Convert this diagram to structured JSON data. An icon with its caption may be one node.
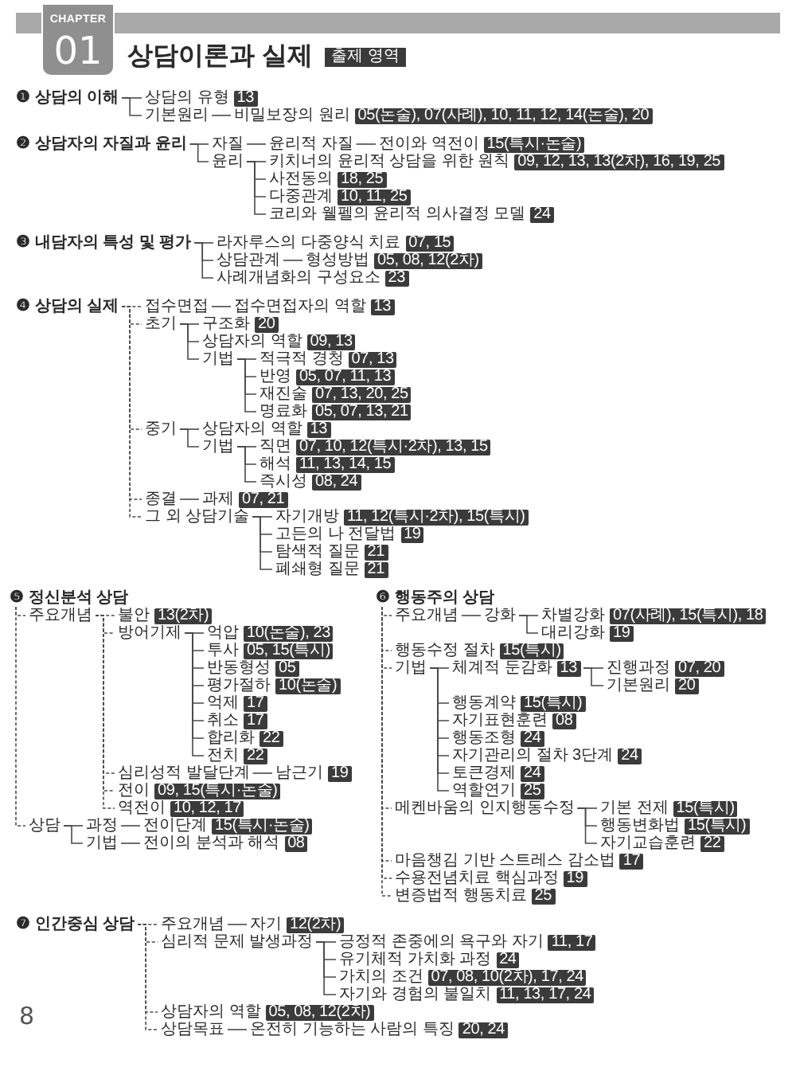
{
  "diagram": {
    "title": "상담이론과 실제",
    "nodes": [
      {
        "text": [
          "❶ 상담의 이해"
        ]
      },
      {
        "text": [
          "상담의 유형",
          "13"
        ]
      },
      {
        "text": [
          "기본원리"
        ]
      },
      {
        "text": [
          "비밀보장의 원리",
          "05(논술), 07(사례), 10, 11, 12, 14(논술), 20"
        ]
      },
      {
        "text": [
          "❷ 상담자의 자질과 윤리"
        ]
      },
      {
        "text": [
          "자질"
        ]
      },
      {
        "text": [
          "윤리적 자질"
        ]
      },
      {
        "text": [
          "전이와 역전이",
          "15(특시·논술)"
        ]
      },
      {
        "text": [
          "윤리"
        ]
      },
      {
        "text": [
          "키치너의 윤리적 상담을 위한 원칙",
          "09, 12, 13, 13(2차), 16, 19, 25"
        ]
      },
      {
        "text": [
          "사전동의",
          "18, 25"
        ]
      },
      {
        "text": [
          "다중관계",
          "10, 11, 25"
        ]
      },
      {
        "text": [
          "코리와 웰펠의 윤리적 의사결정 모델",
          "24"
        ]
      },
      {
        "text": [
          "❸ 내담자의 특성 및 평가"
        ]
      },
      {
        "text": [
          "라자루스의 다중양식 치료",
          "07, 15"
        ]
      },
      {
        "text": [
          "상담관계"
        ]
      },
      {
        "text": [
          "형성방법",
          "05, 08, 12(2차)"
        ]
      },
      {
        "text": [
          "사례개념화의 구성요소",
          "23"
        ]
      },
      {
        "text": [
          "❹ 상담의 실제"
        ]
      },
      {
        "text": [
          "접수면접"
        ]
      },
      {
        "text": [
          "접수면접자의 역할",
          "13"
        ]
      },
      {
        "text": [
          "초기"
        ]
      },
      {
        "text": [
          "구조화",
          "20"
        ]
      },
      {
        "text": [
          "상담자의 역할",
          "09, 13"
        ]
      },
      {
        "text": [
          "기법"
        ]
      },
      {
        "text": [
          "적극적 경청",
          "07, 13"
        ]
      },
      {
        "text": [
          "반영",
          "05, 07, 11, 13"
        ]
      },
      {
        "text": [
          "재진술",
          "07, 13, 20, 25"
        ]
      },
      {
        "text": [
          "명료화",
          "05, 07, 13, 21"
        ]
      },
      {
        "text": [
          "중기"
        ]
      },
      {
        "text": [
          "상담자의 역할",
          "13"
        ]
      },
      {
        "text": [
          "기법"
        ]
      },
      {
        "text": [
          "직면",
          "07, 10, 12(특시·2차), 13, 15"
        ]
      },
      {
        "text": [
          "해석",
          "11, 13, 14, 15"
        ]
      },
      {
        "text": [
          "즉시성",
          "08, 24"
        ]
      },
      {
        "text": [
          "종결"
        ]
      },
      {
        "text": [
          "과제",
          "07, 21"
        ]
      },
      {
        "text": [
          "그 외 상담기술"
        ]
      },
      {
        "text": [
          "자기개방",
          "11, 12(특시·2차), 15(특시)"
        ]
      },
      {
        "text": [
          "고든의 나 전달법",
          "19"
        ]
      },
      {
        "text": [
          "탐색적 질문",
          "21"
        ]
      },
      {
        "text": [
          "폐쇄형 질문",
          "21"
        ]
      },
      {
        "text": [
          "❺ 정신분석 상담"
        ]
      },
      {
        "text": [
          "주요개념"
        ]
      },
      {
        "text": [
          "불안",
          "13(2차)"
        ]
      },
      {
        "text": [
          "방어기제"
        ]
      },
      {
        "text": [
          "억압",
          "10(논술), 23"
        ]
      },
      {
        "text": [
          "투사",
          "05, 15(특시)"
        ]
      },
      {
        "text": [
          "반동형성",
          "05"
        ]
      },
      {
        "text": [
          "평가절하",
          "10(논술)"
        ]
      },
      {
        "text": [
          "억제",
          "17"
        ]
      },
      {
        "text": [
          "취소",
          "17"
        ]
      },
      {
        "text": [
          "합리화",
          "22"
        ]
      },
      {
        "text": [
          "전치",
          "22"
        ]
      },
      {
        "text": [
          "심리성적 발달단계"
        ]
      },
      {
        "text": [
          "남근기",
          "19"
        ]
      },
      {
        "text": [
          "전이",
          "09, 15(특시·논술)"
        ]
      },
      {
        "text": [
          "역전이",
          "10, 12, 17"
        ]
      },
      {
        "text": [
          "상담"
        ]
      },
      {
        "text": [
          "과정"
        ]
      },
      {
        "text": [
          "전이단계",
          "15(특시·논술)"
        ]
      },
      {
        "text": [
          "기법"
        ]
      },
      {
        "text": [
          "전이의 분석과 해석",
          "08"
        ]
      },
      {
        "text": [
          "❻ 행동주의 상담"
        ]
      },
      {
        "text": [
          "주요개념"
        ]
      },
      {
        "text": [
          "강화"
        ]
      },
      {
        "text": [
          "차별강화",
          "07(사례), 15(특시), 18"
        ]
      },
      {
        "text": [
          "대리강화",
          "19"
        ]
      },
      {
        "text": [
          "행동수정 절차",
          "15(특시)"
        ]
      },
      {
        "text": [
          "기법"
        ]
      },
      {
        "text": [
          "체계적 둔감화",
          "13"
        ]
      },
      {
        "text": [
          "진행과정",
          "07, 20"
        ]
      },
      {
        "text": [
          "기본원리",
          "20"
        ]
      },
      {
        "text": [
          "행동계약",
          "15(특시)"
        ]
      },
      {
        "text": [
          "자기표현훈련",
          "08"
        ]
      },
      {
        "text": [
          "행동조형",
          "24"
        ]
      },
      {
        "text": [
          "자기관리의 절차 3단계",
          "24"
        ]
      },
      {
        "text": [
          "토큰경제",
          "24"
        ]
      },
      {
        "text": [
          "역할연기",
          "25"
        ]
      },
      {
        "text": [
          "메켄바움의 인지행동수정"
        ]
      },
      {
        "text": [
          "기본 전제",
          "15(특시)"
        ]
      },
      {
        "text": [
          "행동변화법",
          "15(특시)"
        ]
      },
      {
        "text": [
          "자기교습훈련",
          "22"
        ]
      },
      {
        "text": [
          "마음챙김 기반 스트레스 감소법",
          "17"
        ]
      },
      {
        "text": [
          "수용전념치료 핵심과정",
          "19"
        ]
      },
      {
        "text": [
          "변증법적 행동치료",
          "25"
        ]
      },
      {
        "text": [
          "❼ 인간중심 상담"
        ]
      },
      {
        "text": [
          "주요개념"
        ]
      },
      {
        "text": [
          "자기",
          "12(2차)"
        ]
      },
      {
        "text": [
          "심리적 문제 발생과정"
        ]
      },
      {
        "text": [
          "긍정적 존중에의 욕구와 자기",
          "11, 17"
        ]
      },
      {
        "text": [
          "유기체적 가치화 과정",
          "24"
        ]
      },
      {
        "text": [
          "가치의 조건",
          "07, 08, 10(2차), 17, 24"
        ]
      },
      {
        "text": [
          "자기와 경험의 불일치",
          "11, 13, 17, 24"
        ]
      },
      {
        "text": [
          "상담자의 역할",
          "05, 08, 12(2차)"
        ]
      },
      {
        "text": [
          "상담목표"
        ]
      },
      {
        "text": [
          "온전히 기능하는 사람의 특징",
          "20, 24"
        ]
      }
    ],
    "edges": [
      {
        "from": 0,
        "to": 1,
        "arrow": "none"
      },
      {
        "from": 0,
        "to": 2,
        "arrow": "none"
      },
      {
        "from": 2,
        "to": 3,
        "arrow": "none"
      },
      {
        "from": 4,
        "to": 5,
        "arrow": "none"
      },
      {
        "from": 5,
        "to": 6,
        "arrow": "none"
      },
      {
        "from": 6,
        "to": 7,
        "arrow": "none"
      },
      {
        "from": 4,
        "to": 8,
        "arrow": "none"
      },
      {
        "from": 8,
        "to": 9,
        "arrow": "none"
      },
      {
        "from": 8,
        "to": 10,
        "arrow": "none"
      },
      {
        "from": 8,
        "to": 11,
        "arrow": "none"
      },
      {
        "from": 8,
        "to": 12,
        "arrow": "none"
      },
      {
        "from": 13,
        "to": 14,
        "arrow": "none"
      },
      {
        "from": 13,
        "to": 15,
        "arrow": "none"
      },
      {
        "from": 15,
        "to": 16,
        "arrow": "none"
      },
      {
        "from": 13,
        "to": 17,
        "arrow": "none"
      },
      {
        "from": 18,
        "to": 19,
        "arrow": "none",
        "style": "dashed"
      },
      {
        "from": 19,
        "to": 20,
        "arrow": "none"
      },
      {
        "from": 18,
        "to": 21,
        "arrow": "none",
        "style": "dashed"
      },
      {
        "from": 21,
        "to": 22,
        "arrow": "none"
      },
      {
        "from": 21,
        "to": 23,
        "arrow": "none"
      },
      {
        "from": 21,
        "to": 24,
        "arrow": "none"
      },
      {
        "from": 24,
        "to": 25,
        "arrow": "none"
      },
      {
        "from": 24,
        "to": 26,
        "arrow": "none"
      },
      {
        "from": 24,
        "to": 27,
        "arrow": "none"
      },
      {
        "from": 24,
        "to": 28,
        "arrow": "none"
      },
      {
        "from": 18,
        "to": 29,
        "arrow": "none",
        "style": "dashed"
      },
      {
        "from": 29,
        "to": 30,
        "arrow": "none"
      },
      {
        "from": 29,
        "to": 31,
        "arrow": "none"
      },
      {
        "from": 31,
        "to": 32,
        "arrow": "none"
      },
      {
        "from": 31,
        "to": 33,
        "arrow": "none"
      },
      {
        "from": 31,
        "to": 34,
        "arrow": "none"
      },
      {
        "from": 18,
        "to": 35,
        "arrow": "none",
        "style": "dashed"
      },
      {
        "from": 35,
        "to": 36,
        "arrow": "none"
      },
      {
        "from": 18,
        "to": 37,
        "arrow": "none",
        "style": "dashed"
      },
      {
        "from": 37,
        "to": 38,
        "arrow": "none"
      },
      {
        "from": 37,
        "to": 39,
        "arrow": "none"
      },
      {
        "from": 37,
        "to": 40,
        "arrow": "none"
      },
      {
        "from": 37,
        "to": 41,
        "arrow": "none"
      },
      {
        "from": 42,
        "to": 43,
        "arrow": "none",
        "style": "dashed"
      },
      {
        "from": 43,
        "to": 44,
        "arrow": "none",
        "style": "dashed"
      },
      {
        "from": 43,
        "to": 45,
        "arrow": "none",
        "style": "dashed"
      },
      {
        "from": 45,
        "to": 46,
        "arrow": "none"
      },
      {
        "from": 45,
        "to": 47,
        "arrow": "none"
      },
      {
        "from": 45,
        "to": 48,
        "arrow": "none"
      },
      {
        "from": 45,
        "to": 49,
        "arrow": "none"
      },
      {
        "from": 45,
        "to": 50,
        "arrow": "none"
      },
      {
        "from": 45,
        "to": 51,
        "arrow": "none"
      },
      {
        "from": 45,
        "to": 52,
        "arrow": "none"
      },
      {
        "from": 45,
        "to": 53,
        "arrow": "none"
      },
      {
        "from": 43,
        "to": 54,
        "arrow": "none",
        "style": "dashed"
      },
      {
        "from": 54,
        "to": 55,
        "arrow": "none"
      },
      {
        "from": 43,
        "to": 56,
        "arrow": "none",
        "style": "dashed"
      },
      {
        "from": 43,
        "to": 57,
        "arrow": "none",
        "style": "dashed"
      },
      {
        "from": 42,
        "to": 58,
        "arrow": "none",
        "style": "dashed"
      },
      {
        "from": 58,
        "to": 59,
        "arrow": "none"
      },
      {
        "from": 59,
        "to": 60,
        "arrow": "none"
      },
      {
        "from": 58,
        "to": 61,
        "arrow": "none"
      },
      {
        "from": 61,
        "to": 62,
        "arrow": "none"
      },
      {
        "from": 63,
        "to": 64,
        "arrow": "none",
        "style": "dashed"
      },
      {
        "from": 64,
        "to": 65,
        "arrow": "none"
      },
      {
        "from": 65,
        "to": 66,
        "arrow": "none"
      },
      {
        "from": 65,
        "to": 67,
        "arrow": "none"
      },
      {
        "from": 63,
        "to": 68,
        "arrow": "none",
        "style": "dashed"
      },
      {
        "from": 63,
        "to": 69,
        "arrow": "none",
        "style": "dashed"
      },
      {
        "from": 69,
        "to": 70,
        "arrow": "none"
      },
      {
        "from": 70,
        "to": 71,
        "arrow": "none"
      },
      {
        "from": 70,
        "to": 72,
        "arrow": "none"
      },
      {
        "from": 69,
        "to": 73,
        "arrow": "none"
      },
      {
        "from": 69,
        "to": 74,
        "arrow": "none"
      },
      {
        "from": 69,
        "to": 75,
        "arrow": "none"
      },
      {
        "from": 69,
        "to": 76,
        "arrow": "none"
      },
      {
        "from": 69,
        "to": 77,
        "arrow": "none"
      },
      {
        "from": 69,
        "to": 78,
        "arrow": "none"
      },
      {
        "from": 63,
        "to": 79,
        "arrow": "none",
        "style": "dashed"
      },
      {
        "from": 79,
        "to": 80,
        "arrow": "none"
      },
      {
        "from": 79,
        "to": 81,
        "arrow": "none"
      },
      {
        "from": 79,
        "to": 82,
        "arrow": "none"
      },
      {
        "from": 63,
        "to": 83,
        "arrow": "none",
        "style": "dashed"
      },
      {
        "from": 63,
        "to": 84,
        "arrow": "none",
        "style": "dashed"
      },
      {
        "from": 63,
        "to": 85,
        "arrow": "none",
        "style": "dashed"
      },
      {
        "from": 86,
        "to": 87,
        "arrow": "none",
        "style": "dashed"
      },
      {
        "from": 87,
        "to": 88,
        "arrow": "none"
      },
      {
        "from": 86,
        "to": 89,
        "arrow": "none",
        "style": "dashed"
      },
      {
        "from": 89,
        "to": 90,
        "arrow": "none"
      },
      {
        "from": 89,
        "to": 91,
        "arrow": "none"
      },
      {
        "from": 89,
        "to": 92,
        "arrow": "none"
      },
      {
        "from": 89,
        "to": 93,
        "arrow": "none"
      },
      {
        "from": 86,
        "to": 94,
        "arrow": "none",
        "style": "dashed"
      },
      {
        "from": 86,
        "to": 95,
        "arrow": "none",
        "style": "dashed"
      },
      {
        "from": 95,
        "to": 96,
        "arrow": "none"
      }
    ],
    "labels": [
      "CHAPTER",
      "01",
      "출제 영역",
      "8"
    ]
  }
}
